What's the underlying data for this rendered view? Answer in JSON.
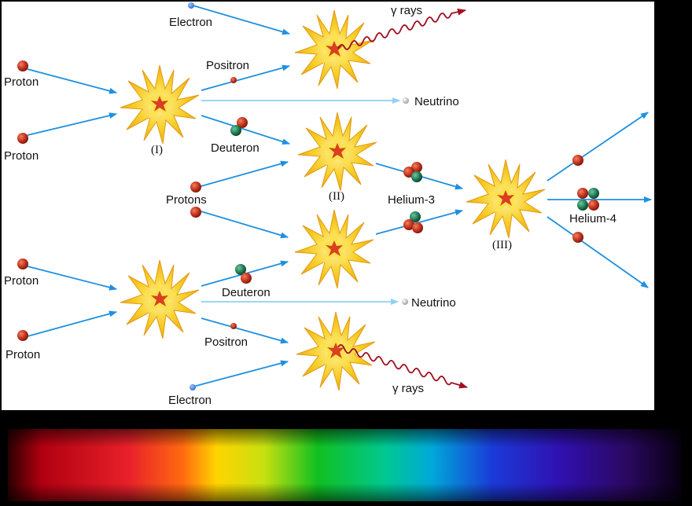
{
  "labels": {
    "electron_top": "Electron",
    "gamma_top": "γ rays",
    "proton_1": "Proton",
    "positron_top": "Positron",
    "neutrino_top": "Neutrino",
    "proton_2": "Proton",
    "stage_1_top": "(I)",
    "deuteron_top": "Deuteron",
    "protons": "Protons",
    "stage_2": "(II)",
    "helium_3": "Helium-3",
    "helium_4": "Helium-4",
    "stage_3": "(III)",
    "proton_3": "Proton",
    "deuteron_bottom": "Deuteron",
    "neutrino_bottom": "Neutrino",
    "proton_4": "Proton",
    "positron_bottom": "Positron",
    "gamma_bottom": "γ rays",
    "electron_bottom": "Electron"
  },
  "colors": {
    "proton": "#c0301c",
    "neutron": "#1f7a55",
    "electron": "#2f6fd0",
    "neutrino": "#b8b8b8",
    "arrow": "#1e90e0",
    "neutrino_arrow": "#8fd0f5",
    "gamma_wave": "#a01020",
    "burst_outer": "#f4c21a",
    "burst_core": "#d9401f"
  }
}
